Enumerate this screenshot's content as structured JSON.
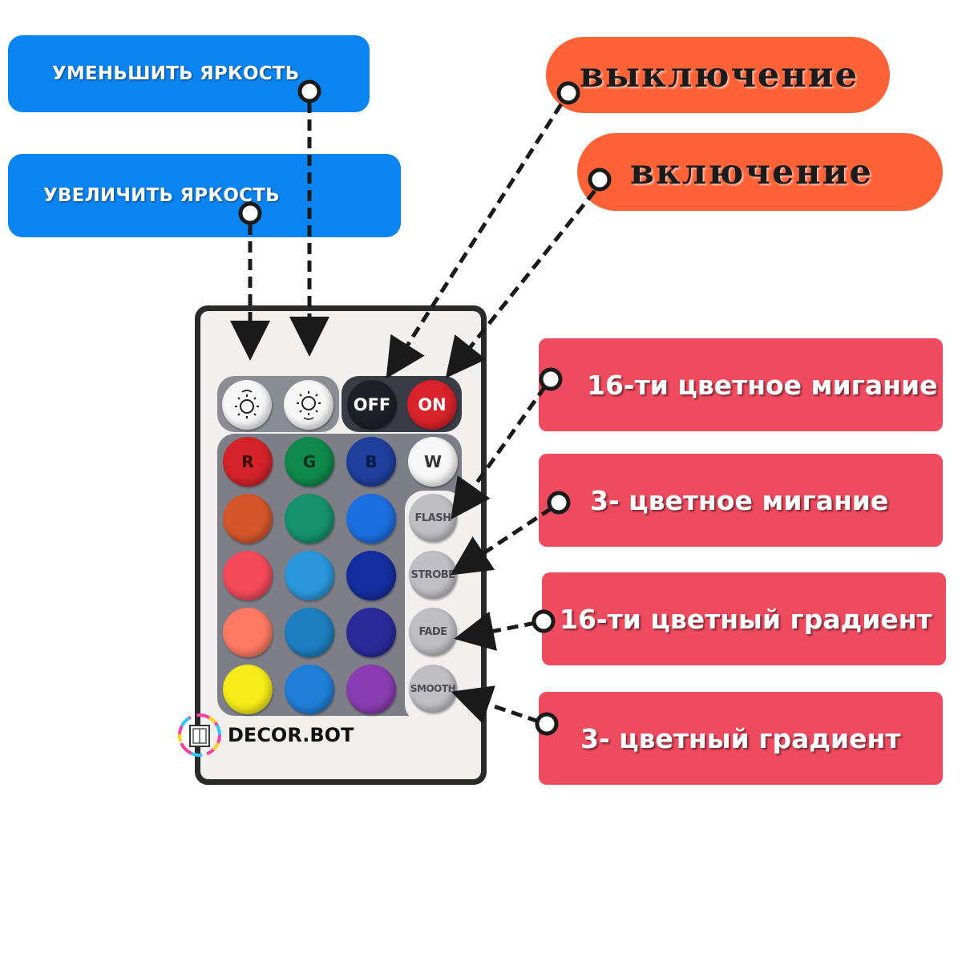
{
  "labels": {
    "decrease_brightness": "УМЕНЬШИТЬ ЯРКОСТЬ",
    "increase_brightness": "УВЕЛИЧИТЬ ЯРКОСТЬ",
    "power_off": "выключение",
    "power_on": "включение",
    "flash": "16-ти цветное мигание",
    "strobe": "3- цветное мигание",
    "fade": "16-ти цветный градиент",
    "smooth": "3- цветный градиент"
  },
  "remote": {
    "off_label": "OFF",
    "on_label": "ON",
    "r_label": "R",
    "g_label": "G",
    "b_label": "B",
    "w_label": "W",
    "flash_label": "FLASH",
    "strobe_label": "STROBE",
    "fade_label": "FADE",
    "smooth_label": "SMOOTH",
    "color_rows": [
      [
        "#d4232a",
        "#0f8a4b",
        "#1f3f9c"
      ],
      [
        "#d4572b",
        "#15936b",
        "#1c6fe0"
      ],
      [
        "#f44a5a",
        "#2b97dc",
        "#142ea0"
      ],
      [
        "#ff7a63",
        "#1d7fc0",
        "#2a2b9a"
      ],
      [
        "#f6ec19",
        "#1f7fd8",
        "#8a3db2"
      ]
    ]
  },
  "logo": {
    "text": "DECOR.BOT"
  },
  "colors": {
    "blue_label": "#0a84f0",
    "orange_label": "#ff6236",
    "red_label": "#ef4b5f",
    "arrow": "#1a1a1a"
  }
}
